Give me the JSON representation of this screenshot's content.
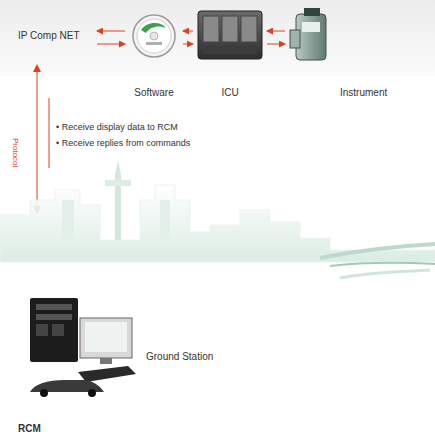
{
  "diagram": {
    "nodes": [
      {
        "text": [
          "IP Comp NET"
        ]
      },
      {
        "text": [
          "Software"
        ]
      },
      {
        "text": [
          "ICU"
        ]
      },
      {
        "text": [
          "Instrument"
        ]
      },
      {
        "text": [
          "Ground Station"
        ]
      }
    ],
    "edges": [
      {
        "from": 0,
        "to": 1,
        "arrow": "both"
      },
      {
        "from": 1,
        "to": 2,
        "arrow": "both"
      },
      {
        "from": 2,
        "to": 3,
        "arrow": "both"
      }
    ],
    "labels": [
      "Protocol",
      "• Receive display data to RCM",
      "• Receive replies from commands",
      "RCM"
    ]
  }
}
